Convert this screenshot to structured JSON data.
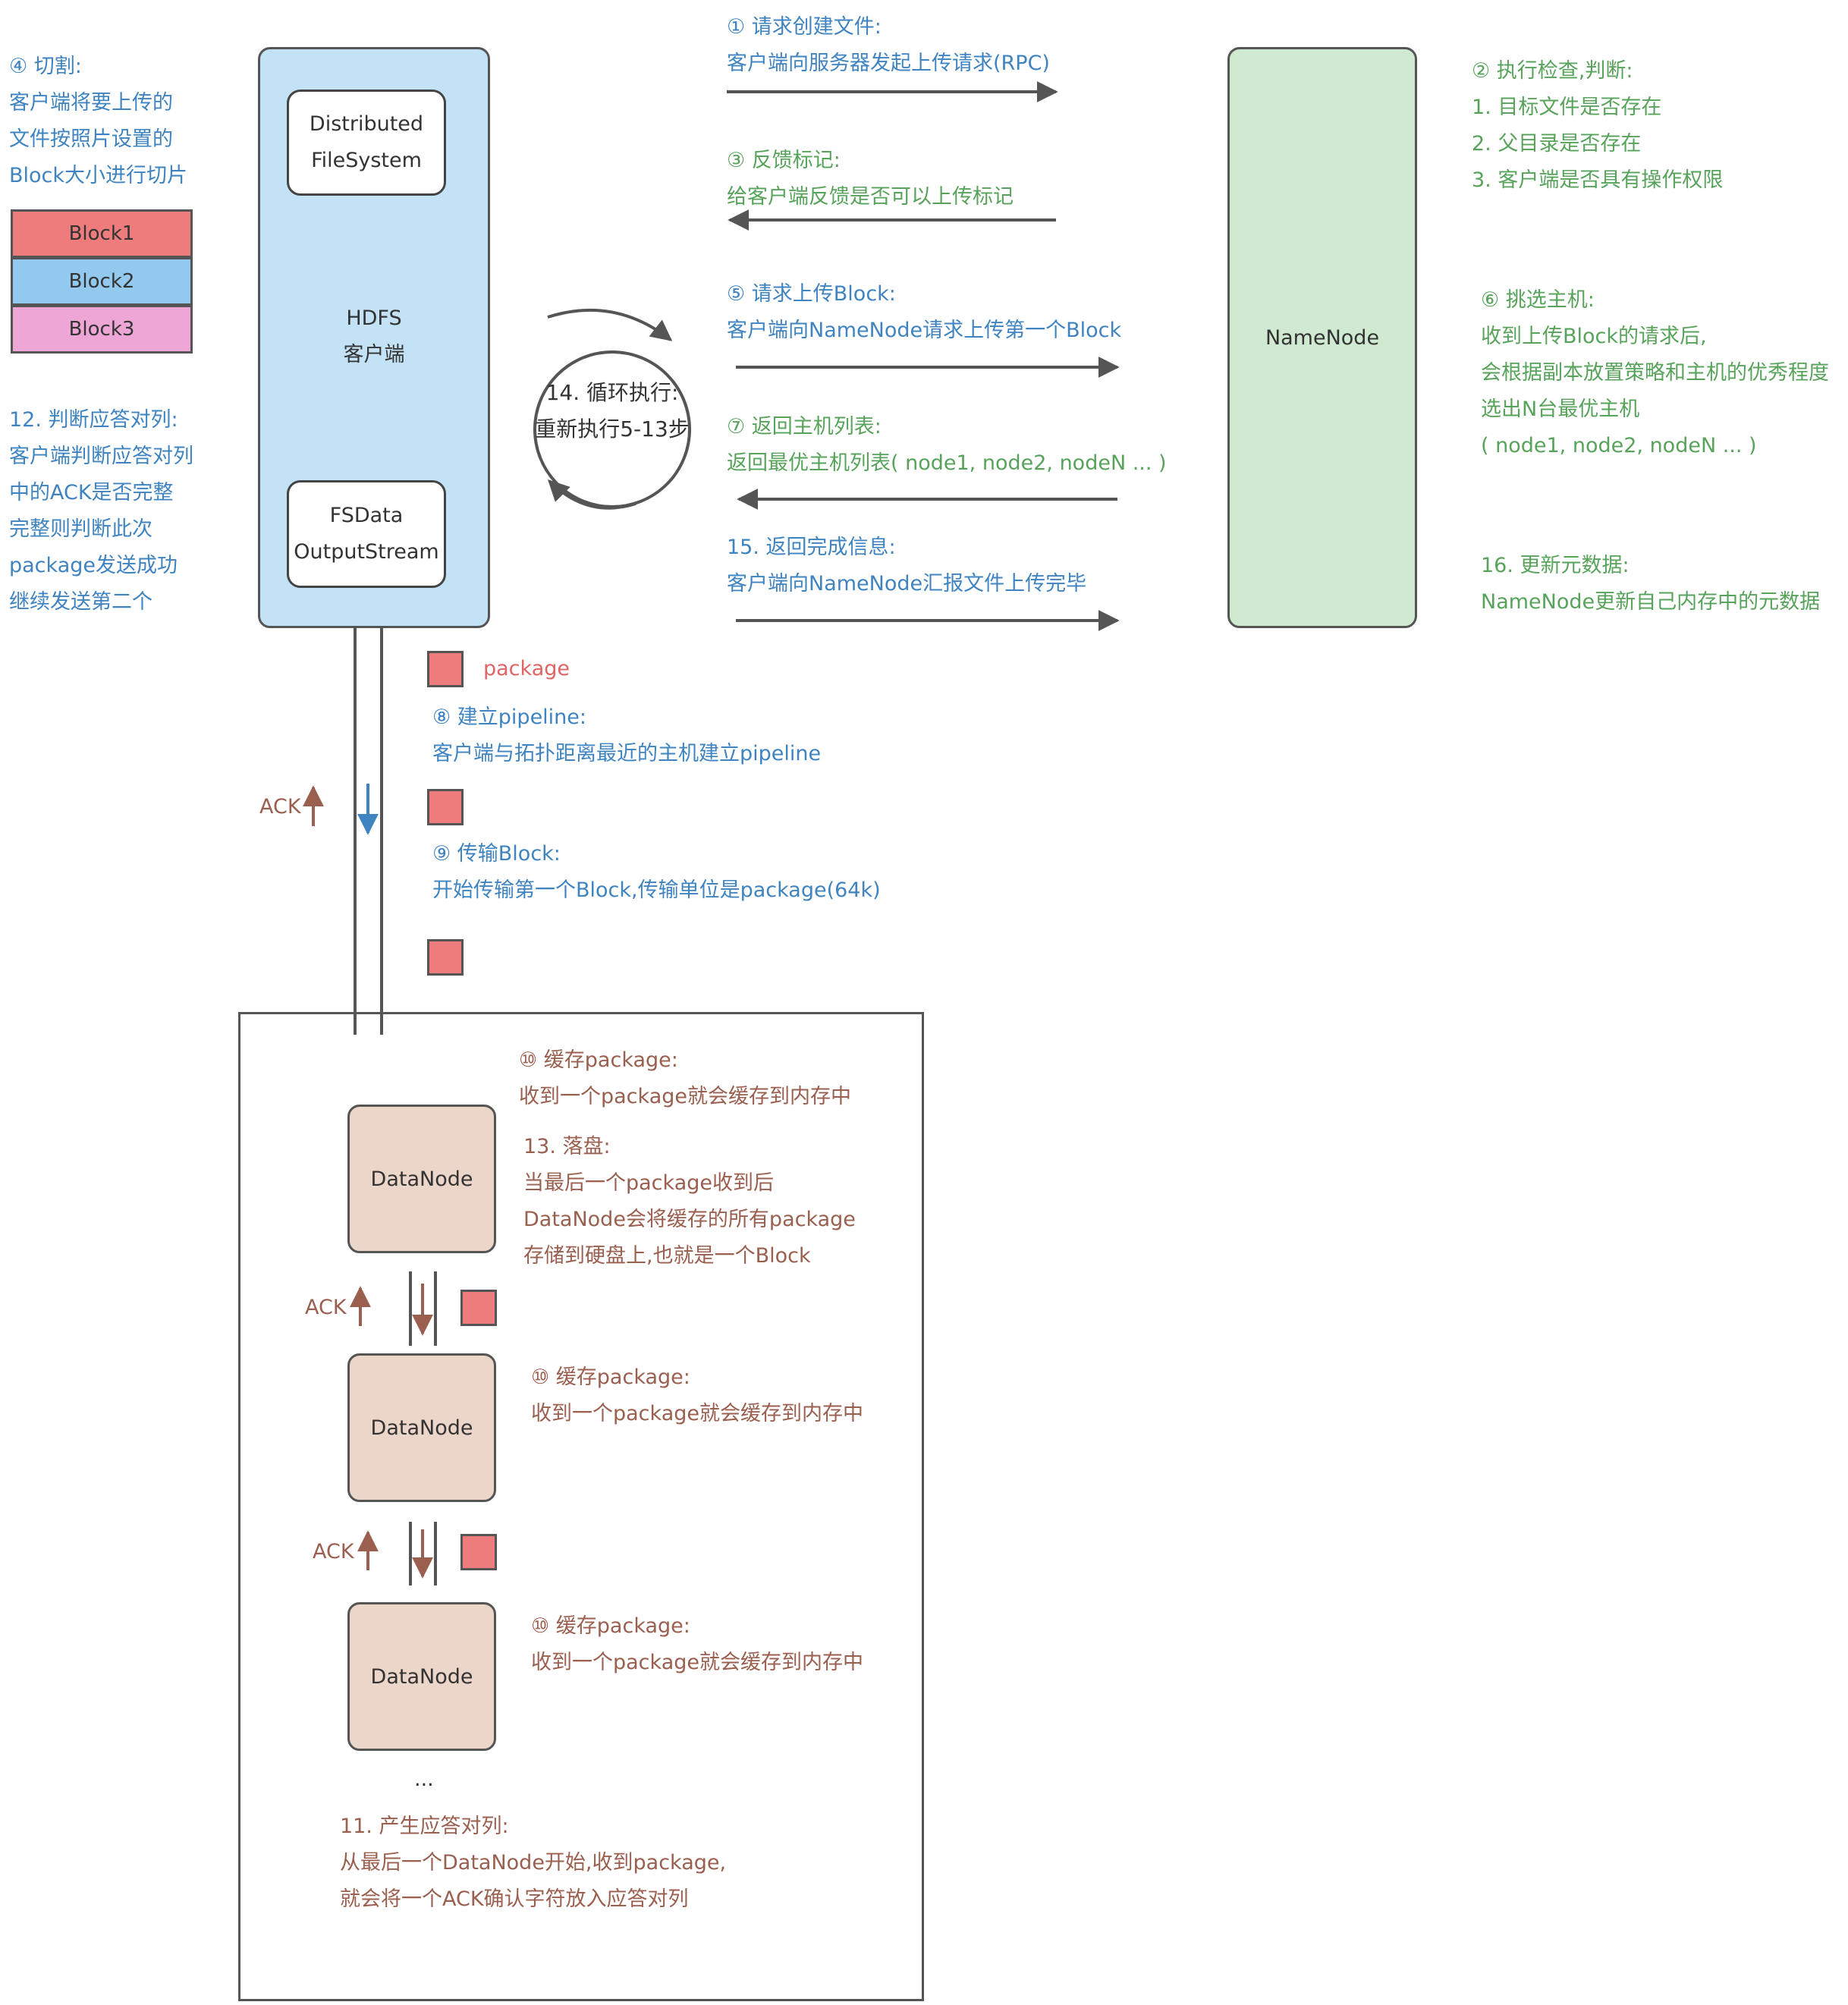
{
  "colors": {
    "client": "#c3e2f5",
    "namenode": "#d0ead1",
    "datanode": "#ecd5c9",
    "block1": "#ef7c7c",
    "block2": "#93c9ee",
    "block3": "#eda6d6",
    "package": "#ef7c7c"
  },
  "client": {
    "dfs": [
      "Distributed",
      "FileSystem"
    ],
    "title": [
      "HDFS",
      "客户端"
    ],
    "stream": [
      "FSData",
      "OutputStream"
    ]
  },
  "namenode": {
    "label": "NameNode"
  },
  "split": {
    "lines": [
      "④ 切割:",
      "客户端将要上传的",
      "文件按照片设置的",
      "Block大小进行切片"
    ]
  },
  "blocks": [
    "Block1",
    "Block2",
    "Block3"
  ],
  "judge": {
    "lines": [
      "12. 判断应答对列:",
      "客户端判断应答对列",
      "中的ACK是否完整",
      "完整则判断此次",
      "package发送成功",
      "继续发送第二个"
    ]
  },
  "steps": {
    "s1": [
      "① 请求创建文件:",
      "客户端向服务器发起上传请求(RPC)"
    ],
    "s3": [
      "③ 反馈标记:",
      "给客户端反馈是否可以上传标记"
    ],
    "s5": [
      "⑤ 请求上传Block:",
      "客户端向NameNode请求上传第一个Block"
    ],
    "s7": [
      "⑦ 返回主机列表:",
      "返回最优主机列表( node1, node2, nodeN ... )"
    ],
    "s15": [
      "15. 返回完成信息:",
      "客户端向NameNode汇报文件上传完毕"
    ],
    "s2": [
      "② 执行检查,判断:",
      "1. 目标文件是否存在",
      "2. 父目录是否存在",
      "3. 客户端是否具有操作权限"
    ],
    "s6": [
      "⑥ 挑选主机:",
      "收到上传Block的请求后,",
      "会根据副本放置策略和主机的优秀程度",
      "选出N台最优主机",
      "( node1, node2, nodeN ... )"
    ],
    "s16": [
      "16. 更新元数据:",
      "NameNode更新自己内存中的元数据"
    ]
  },
  "loop": {
    "lines": [
      "14. 循环执行:",
      "重新执行5-13步"
    ]
  },
  "package_label": "package",
  "pipeline": [
    "⑧ 建立pipeline:",
    "客户端与拓扑距离最近的主机建立pipeline"
  ],
  "transfer": [
    "⑨ 传输Block:",
    "开始传输第一个Block,传输单位是package(64k)"
  ],
  "ack": "ACK",
  "datanodes": [
    "DataNode",
    "DataNode",
    "DataNode"
  ],
  "cache1": [
    "⑩ 缓存package:",
    "收到一个package就会缓存到内存中"
  ],
  "flush": [
    "13. 落盘:",
    "当最后一个package收到后",
    "DataNode会将缓存的所有package",
    "存储到硬盘上,也就是一个Block"
  ],
  "cache2": [
    "⑩ 缓存package:",
    "收到一个package就会缓存到内存中"
  ],
  "cache3": [
    "⑩ 缓存package:",
    "收到一个package就会缓存到内存中"
  ],
  "ellipsis": "...",
  "ackqueue": [
    "11. 产生应答对列:",
    "从最后一个DataNode开始,收到package,",
    "就会将一个ACK确认字符放入应答对列"
  ]
}
